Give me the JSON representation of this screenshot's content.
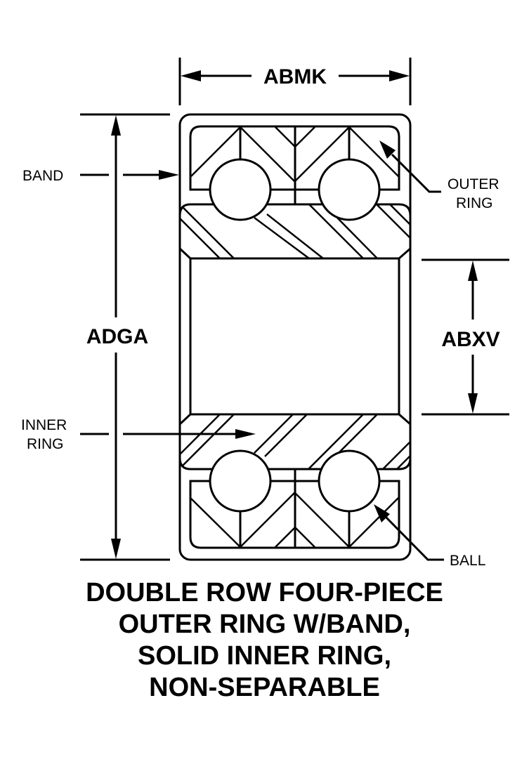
{
  "diagram": {
    "type": "bearing-cross-section",
    "dimensions": {
      "width": "ABMK",
      "outer_diameter": "ADGA",
      "bore": "ABXV"
    },
    "callouts": {
      "band": "BAND",
      "outer_ring_line1": "OUTER",
      "outer_ring_line2": "RING",
      "inner_ring_line1": "INNER",
      "inner_ring_line2": "RING",
      "ball": "BALL"
    },
    "caption": [
      "DOUBLE ROW FOUR-PIECE",
      "OUTER RING W/BAND,",
      "SOLID INNER RING,",
      "NON-SEPARABLE"
    ],
    "colors": {
      "ink": "#000000",
      "paper": "#ffffff"
    }
  }
}
